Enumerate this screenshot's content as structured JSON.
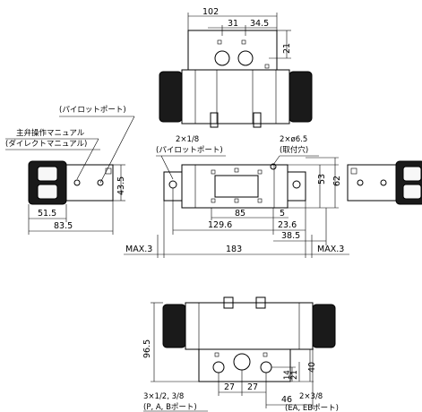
{
  "top_view": {
    "dim_overall": "102",
    "dim_port_pitch": "31",
    "dim_port_offset": "34.5",
    "dim_height": "21"
  },
  "side_view_left": {
    "manual_label_1": "主弁操作マニュアル",
    "manual_label_2": "(ダイレクトマニュアル)",
    "pilot_label": "(パイロットポート)",
    "dim_width_inner": "51.5",
    "dim_width_outer": "83.5",
    "dim_height": "43.5"
  },
  "front_view": {
    "pilot_port_size": "2×1/8",
    "pilot_port_label": "(パイロットポート)",
    "mount_hole_size": "2×ø6.5",
    "mount_hole_label": "(取付穴)",
    "dim_85": "85",
    "dim_5": "5",
    "dim_129_6": "129.6",
    "dim_23_6": "23.6",
    "dim_38_5": "38.5",
    "dim_183": "183",
    "max_left": "MAX.3",
    "max_right": "MAX.3",
    "dim_53": "53",
    "dim_62": "62"
  },
  "bottom_view": {
    "dim_96_5": "96.5",
    "dim_14": "14",
    "dim_21": "21",
    "dim_40": "40",
    "dim_27a": "27",
    "dim_27b": "27",
    "dim_46": "46",
    "port_size": "3×1/2, 3/8",
    "port_label": "(P, A, Bポート)",
    "exhaust_size": "2×3/8",
    "exhaust_label": "(EA, EBポート)"
  }
}
